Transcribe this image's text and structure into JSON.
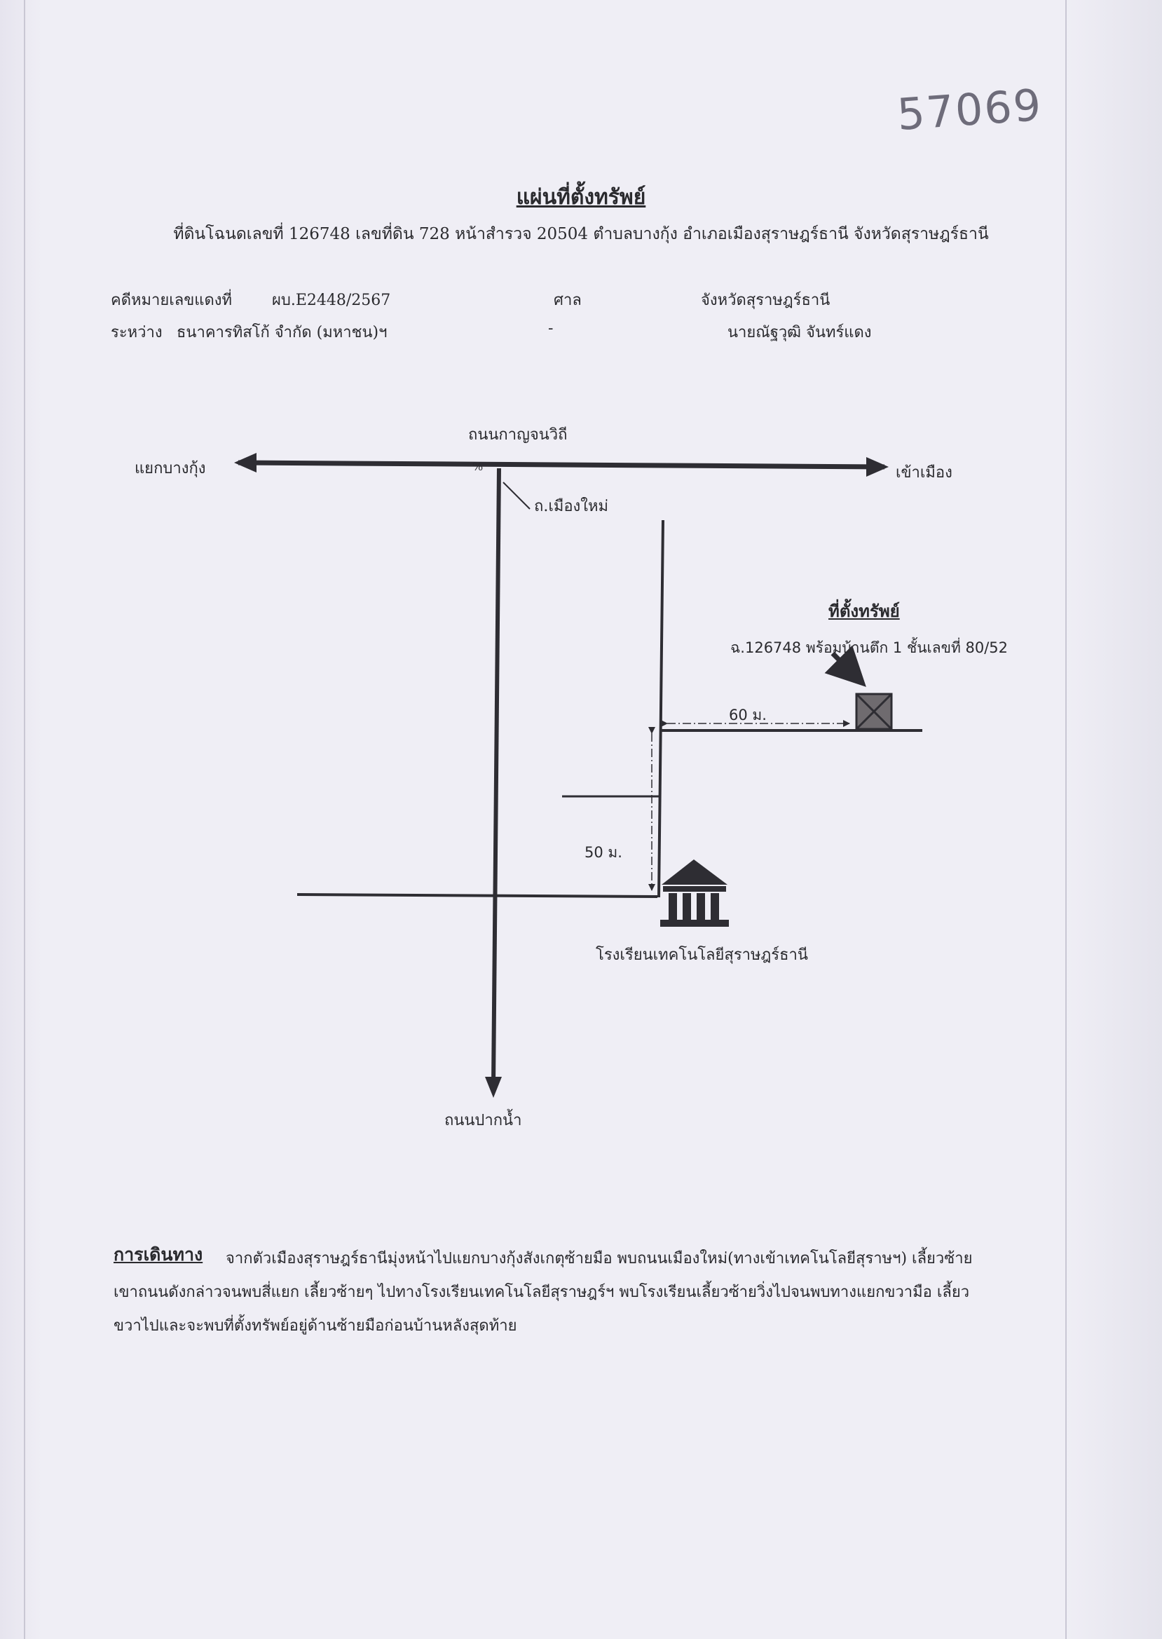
{
  "handwritten_number": "57069",
  "title": "แผ่นที่ตั้งทรัพย์",
  "subtitle": "ที่ดินโฉนดเลขที่ 126748 เลขที่ดิน 728 หน้าสำรวจ 20504 ตำบลบางกุ้ง อำเภอเมืองสุราษฎร์ธานี จังหวัดสุราษฎร์ธานี",
  "case": {
    "label": "คดีหมายเลขแดงที่",
    "number": "ผบ.E2448/2567",
    "court_label": "ศาล",
    "court": "จังหวัดสุราษฎร์ธานี",
    "between_label": "ระหว่าง",
    "plaintiff": "ธนาคารทิสโก้ จำกัด (มหาชน)ฯ",
    "dash": "-",
    "defendant": "นายณัฐวุฒิ จันทร์แดง"
  },
  "map": {
    "main_road": "ถนนกาญจนวิถี",
    "left_dir": "แยกบางกุ้ง",
    "right_dir": "เข้าเมือง",
    "side_road": "ถ.เมืองใหม่",
    "bottom_road": "ถนนปากน้ำ",
    "property_title": "ที่ตั้งทรัพย์",
    "property_desc": "ฉ.126748 พร้อมบ้านตึก 1 ชั้นเลขที่ 80/52",
    "dist_horizontal": "60 ม.",
    "dist_vertical": "50 ม.",
    "school": "โรงเรียนเทคโนโลยีสุราษฎร์ธานี",
    "pct_mark": "%"
  },
  "route": {
    "label": "การเดินทาง",
    "text": "จากตัวเมืองสุราษฎร์ธานีมุ่งหน้าไปแยกบางกุ้งสังเกตุซ้ายมือ พบถนนเมืองใหม่(ทางเข้าเทคโนโลยีสุราษฯ) เลี้ยวซ้ายเขาถนนดังกล่าวจนพบสี่แยก เลี้ยวซ้ายๆ ไปทางโรงเรียนเทคโนโลยีสุราษฎร์ฯ พบโรงเรียนเลี้ยวซ้ายวิ่งไปจนพบทางแยกขวามือ เลี้ยวขวาไปและจะพบที่ตั้งทรัพย์อยู่ด้านซ้ายมือก่อนบ้านหลังสุดท้าย"
  }
}
